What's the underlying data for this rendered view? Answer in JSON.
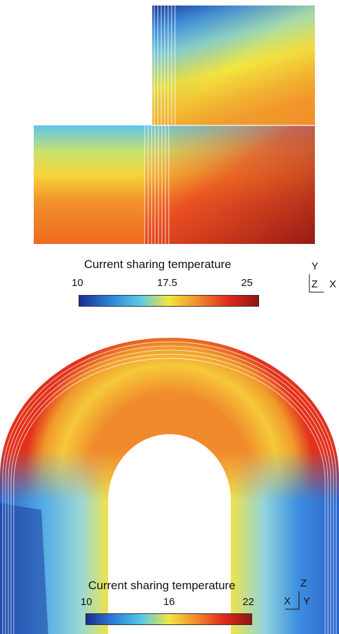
{
  "figures": [
    {
      "colorbar": {
        "title": "Current sharing temperature",
        "min_label": "10",
        "mid_label": "17.5",
        "max_label": "25",
        "min": 10,
        "mid": 17.5,
        "max": 25,
        "colormap": "jet"
      },
      "axes": {
        "vertical": "Y",
        "out_of_plane": "Z",
        "horizontal": "X"
      }
    },
    {
      "colorbar": {
        "title": "Current sharing temperature",
        "min_label": "10",
        "mid_label": "16",
        "max_label": "22",
        "min": 10,
        "mid": 16,
        "max": 22,
        "colormap": "jet"
      },
      "axes": {
        "vertical": "Z",
        "out_of_plane": "X",
        "horizontal": "Y"
      }
    }
  ],
  "palette": {
    "dark_blue": "#1a2d8f",
    "blue": "#2c7fd8",
    "cyan": "#56c7e8",
    "yellow": "#f2e640",
    "orange": "#f08a2a",
    "red": "#de2a1c",
    "dark_red": "#8e1616"
  }
}
